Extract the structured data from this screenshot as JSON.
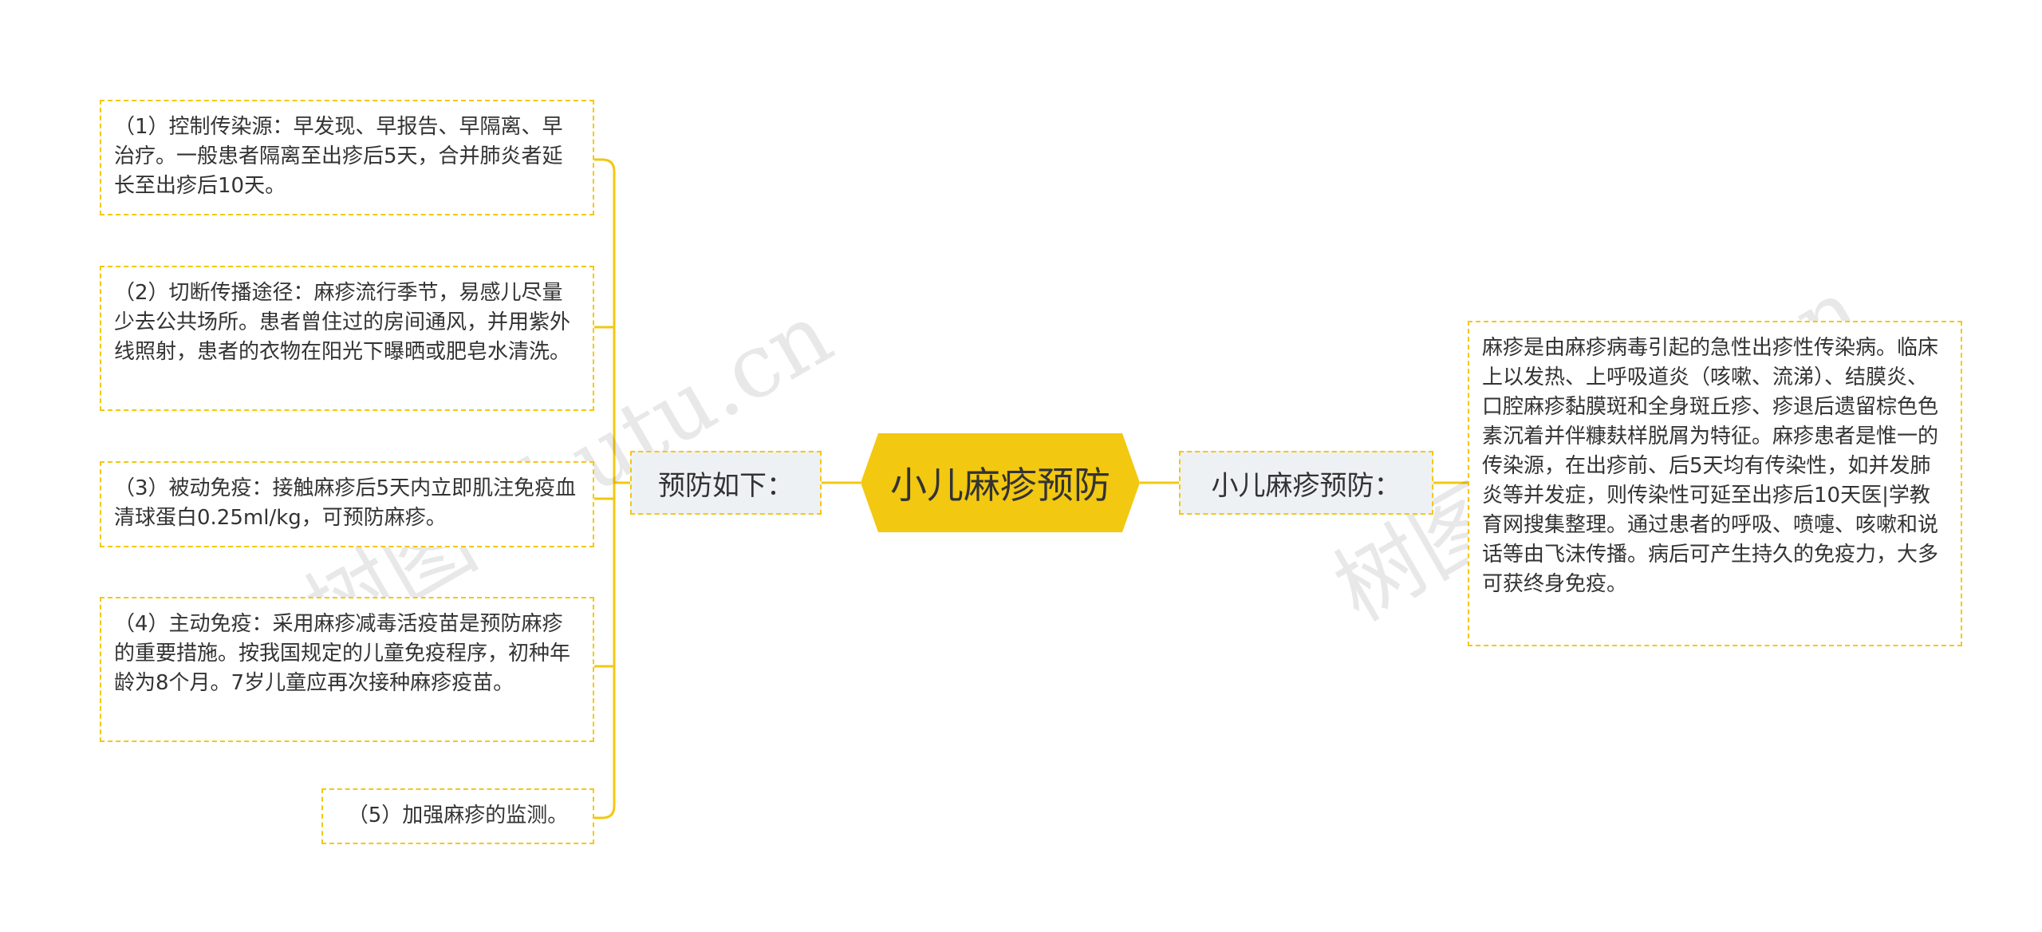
{
  "root": {
    "label": "小儿麻疹预防"
  },
  "left_branch": {
    "label": "预防如下：",
    "items": [
      "（1）控制传染源：早发现、早报告、早隔离、早治疗。一般患者隔离至出疹后5天，合并肺炎者延长至出疹后10天。",
      "（2）切断传播途径：麻疹流行季节，易感儿尽量少去公共场所。患者曾住过的房间通风，并用紫外线照射，患者的衣物在阳光下曝晒或肥皂水清洗。",
      "（3）被动免疫：接触麻疹后5天内立即肌注免疫血清球蛋白0.25ml/kg，可预防麻疹。",
      "（4）主动免疫：采用麻疹减毒活疫苗是预防麻疹的重要措施。按我国规定的儿童免疫程序，初种年龄为8个月。7岁儿童应再次接种麻疹疫苗。",
      "（5）加强麻疹的监测。"
    ]
  },
  "right_branch": {
    "label": "小儿麻疹预防：",
    "text": "麻疹是由麻疹病毒引起的急性出疹性传染病。临床上以发热、上呼吸道炎（咳嗽、流涕）、结膜炎、口腔麻疹黏膜斑和全身斑丘疹、疹退后遗留棕色色素沉着并伴糠麸样脱屑为特征。麻疹患者是惟一的传染源，在出疹前、后5天均有传染性，如并发肺炎等并发症，则传染性可延至出疹后10天医|学教育网搜集整理。通过患者的呼吸、喷嚏、咳嗽和说话等由飞沫传播。病后可产生持久的免疫力，大多可获终身免疫。"
  },
  "watermarks": [
    "树图 shutu.cn",
    "树图 shutu.cn"
  ],
  "colors": {
    "accent": "#f2c811",
    "label_bg": "#eef1f4",
    "text": "#333333"
  }
}
